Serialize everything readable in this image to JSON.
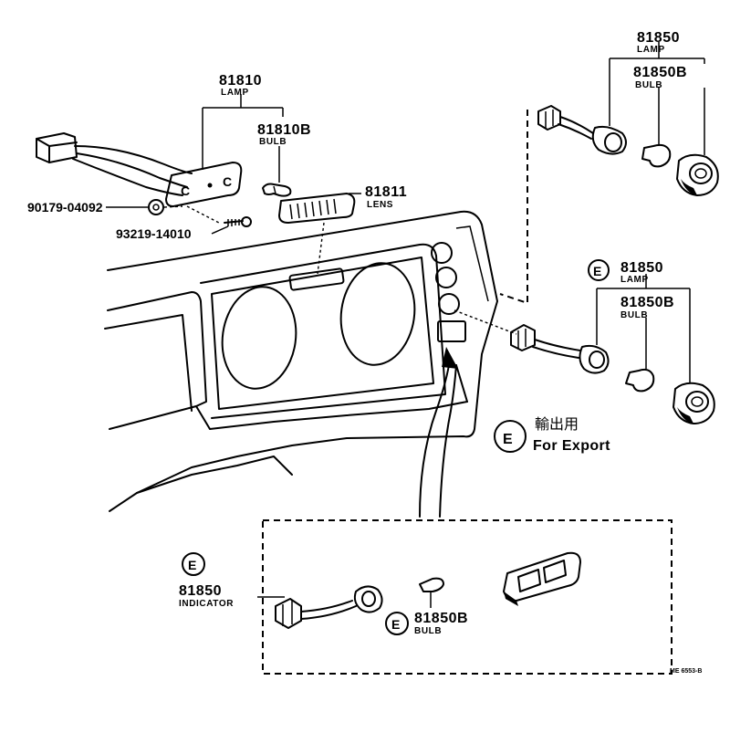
{
  "parts": {
    "lamp_81810": {
      "number": "81810",
      "name": "LAMP"
    },
    "bulb_81810b": {
      "number": "81810B",
      "name": "BULB"
    },
    "lens_81811": {
      "number": "81811",
      "name": "LENS"
    },
    "nut_90179": {
      "number": "90179-04092"
    },
    "screw_93219": {
      "number": "93219-14010"
    },
    "lamp_81850_top": {
      "number": "81850",
      "name": "LAMP"
    },
    "bulb_81850b_top": {
      "number": "81850B",
      "name": "BULB"
    },
    "lamp_81850_mid": {
      "number": "81850",
      "name": "LAMP"
    },
    "bulb_81850b_mid": {
      "number": "81850B",
      "name": "BULB"
    },
    "indicator_81850": {
      "number": "81850",
      "name": "INDICATOR"
    },
    "bulb_81850b_bottom": {
      "number": "81850B",
      "name": "BULB"
    }
  },
  "export_mark": {
    "letter": "E",
    "japanese": "輸出用",
    "english": "For Export"
  },
  "drawing_code": "ME 6553-B"
}
